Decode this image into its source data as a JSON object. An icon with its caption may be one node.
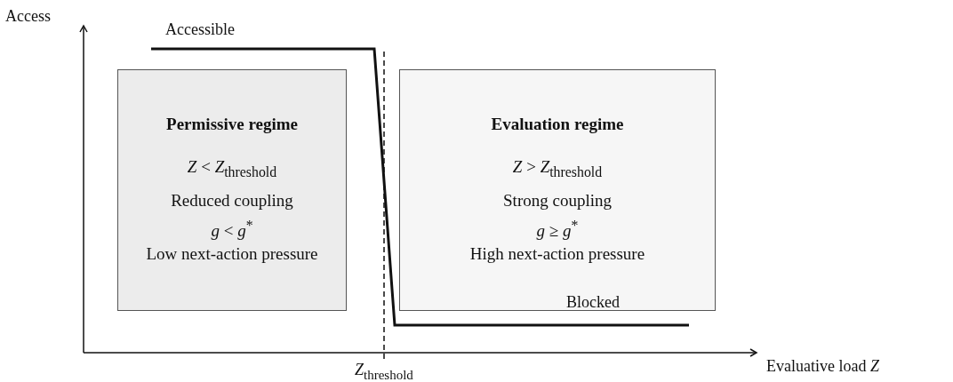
{
  "diagram": {
    "nodes": [
      {
        "text": [
          "Permissive regime",
          "*Z* < *Z*$_{threshold}$",
          "Reduced coupling",
          "*g* < *g*$^{*}$",
          "Low next-action pressure"
        ]
      },
      {
        "text": [
          "Evaluation regime",
          "*Z* > *Z*$_{threshold}$",
          "Strong coupling",
          "*g* ≥ *g*$^{*}$",
          "High next-action pressure"
        ]
      }
    ],
    "labels": [
      "Access",
      "Accessible",
      "Blocked",
      "*Z*$_{threshold}$",
      "Evaluative load *Z*"
    ]
  }
}
